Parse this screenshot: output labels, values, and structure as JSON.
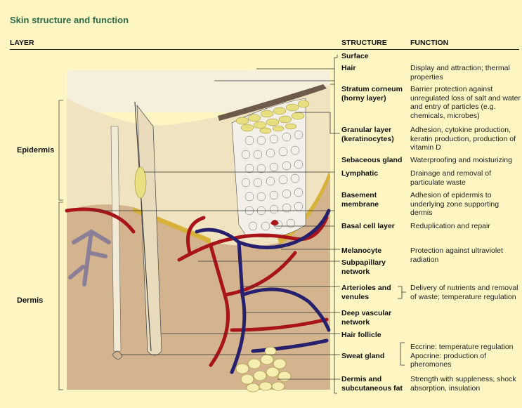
{
  "title": "Skin structure and function",
  "headers": {
    "layer": "LAYER",
    "structure": "STRUCTURE",
    "function": "FUNCTION"
  },
  "layers": {
    "epidermis": "Epidermis",
    "dermis": "Dermis"
  },
  "rows": [
    {
      "structure": "Surface",
      "function": ""
    },
    {
      "structure": "Hair",
      "function": "Display and attraction; thermal properties"
    },
    {
      "structure": "Stratum corneum (horny layer)",
      "function": "Barrier protection against unregulated loss of salt and water and entry of particles (e.g. chemicals, microbes)"
    },
    {
      "structure": "Granular layer (keratinocytes)",
      "function": "Adhesion, cytokine production, keratin production, production of vitamin D"
    },
    {
      "structure": "Sebaceous gland",
      "function": "Waterproofing and moisturizing"
    },
    {
      "structure": "Lymphatic",
      "function": "Drainage and removal of particulate waste"
    },
    {
      "structure": "Basement membrane",
      "function": "Adhesion of epidermis to underlying zone supporting dermis"
    },
    {
      "structure": "Basal cell layer",
      "function": "Reduplication and repair"
    },
    {
      "structure": "Melanocyte",
      "function": "Protection against ultraviolet radiation"
    },
    {
      "structure": "Subpapillary network",
      "function": ""
    },
    {
      "structure": "Arterioles and venules",
      "function": "Delivery of nutrients and removal of waste; temperature regulation"
    },
    {
      "structure": "Deep vascular network",
      "function": ""
    },
    {
      "structure": "Hair follicle",
      "function": ""
    },
    {
      "structure": "Sweat gland",
      "function": "Eccrine: temperature regulation Apocrine: production of pheromones"
    },
    {
      "structure": "Dermis and subcutaneous fat",
      "function": "Strength with suppleness, shock absorption, insulation"
    }
  ],
  "colors": {
    "background": "#fdf6c3",
    "title": "#2f6b4a",
    "surface": "#f3ecd8",
    "epidermis": "#efe4c4",
    "dermis": "#d4b48e",
    "artery": "#a8141a",
    "vein": "#26206e",
    "lymphatic": "#8a7f96",
    "fat": "#f4eeb0",
    "cells": "#f3f1ea"
  }
}
